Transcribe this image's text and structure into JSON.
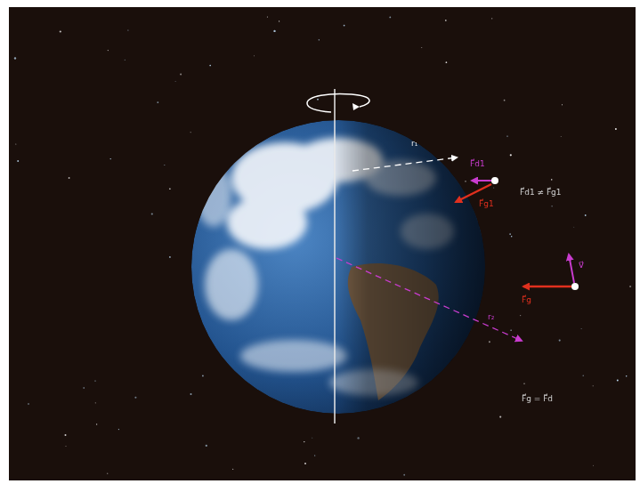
{
  "diagram": {
    "labels": [
      "r₁",
      "F⃗d1",
      "F⃗g1",
      "F⃗d1 ≠ F⃗g1",
      "v⃗",
      "F⃗g",
      "r₂",
      "F⃗g = F⃗d"
    ]
  }
}
